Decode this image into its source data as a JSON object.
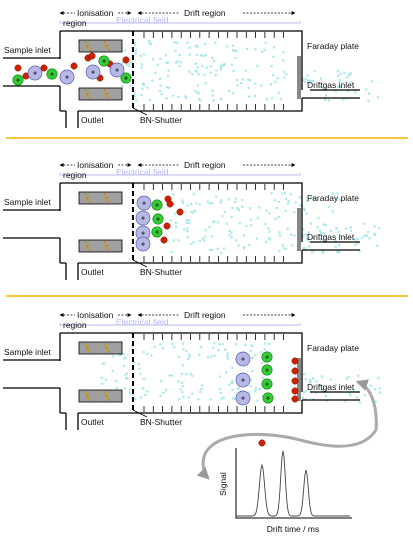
{
  "labels": {
    "ionisation_region": [
      "Ionisation",
      "region"
    ],
    "electrical_field": "Electrical field",
    "drift_region": "Drift region",
    "sample_inlet": "Sample inlet",
    "faraday_plate": "Faraday plate",
    "driftgas_inlet": "Driftgas inlet",
    "outlet": "Outlet",
    "bn_shutter": "BN-Shutter"
  },
  "spectrum": {
    "y_label": "Signal",
    "x_label": "Drift time / ms"
  },
  "ion_symbols": {
    "positive": "+",
    "negative": "-"
  },
  "colors": {
    "tube": "#000000",
    "divider": "#f5b400",
    "field_bracket": "#b4b8f2",
    "ion_purple": "#b8b8e8",
    "ion_green": "#33cc33",
    "ion_red": "#cc2200",
    "gas": "#a8e8ea",
    "electrode": "#a0a0a0"
  },
  "icons": [
    "arrow-bracket-icon",
    "lightning-icon",
    "flow-arrow-icon"
  ]
}
